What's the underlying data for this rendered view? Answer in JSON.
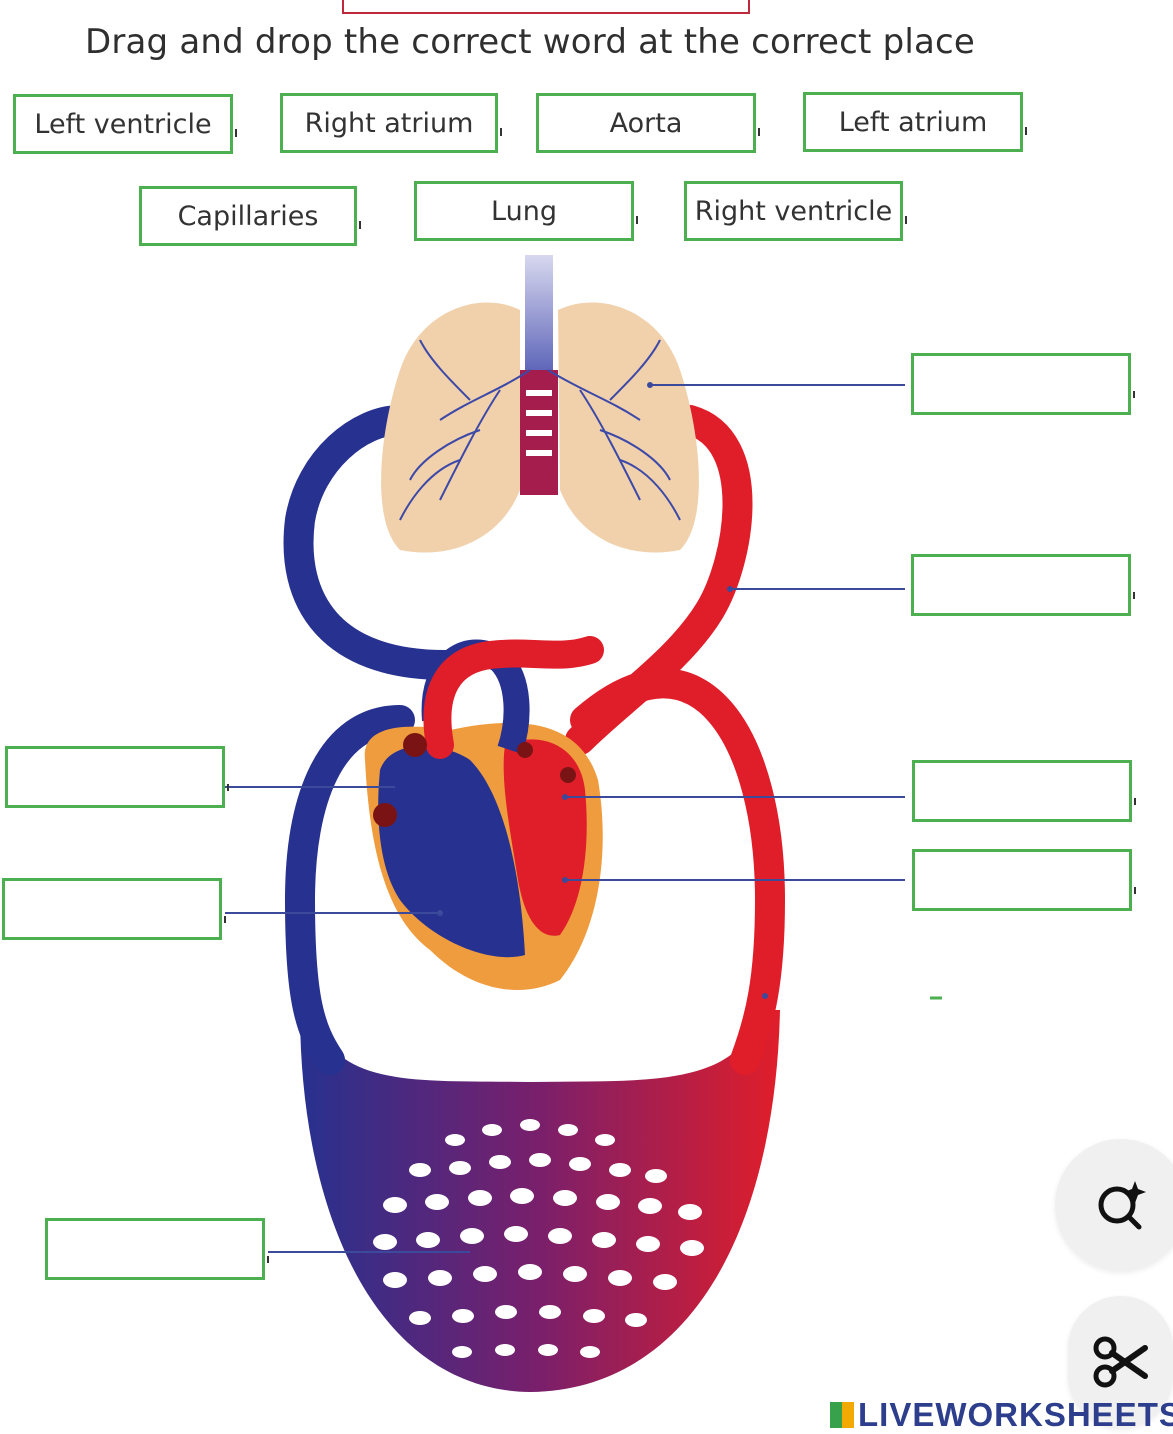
{
  "instruction": "Drag and drop the correct word at the correct place",
  "word_bank": [
    {
      "label": "Left ventricle"
    },
    {
      "label": "Right atrium"
    },
    {
      "label": "Aorta"
    },
    {
      "label": "Left atrium"
    },
    {
      "label": "Capillaries"
    },
    {
      "label": "Lung"
    },
    {
      "label": "Right ventricle"
    }
  ],
  "colors": {
    "box_border": "#4caf50",
    "oxygenated": "#e01e2a",
    "deoxygenated": "#27318f",
    "lung": "#f1d1ac",
    "heart_wall": "#ef9c3f"
  },
  "floating_buttons": {
    "search_icon": "search-sparkle-icon",
    "cut_icon": "scissors-icon"
  },
  "footer": {
    "brand": "LIVEWORKSHEETS"
  }
}
